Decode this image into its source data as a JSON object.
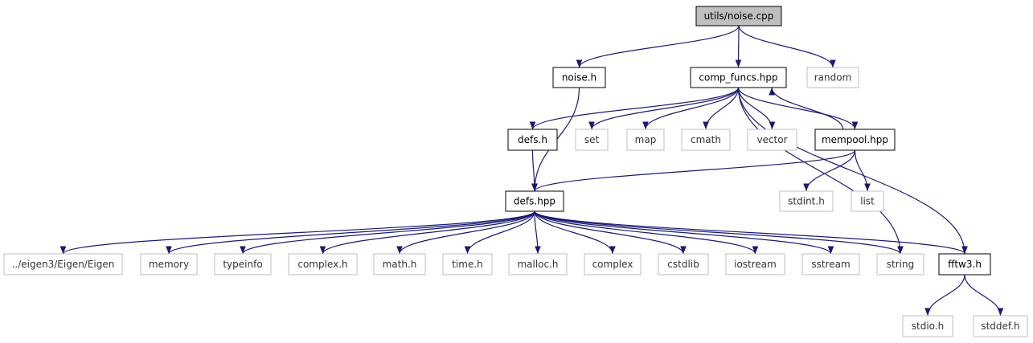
{
  "colors": {
    "edge": "#191970",
    "box_border": "#000000",
    "ext_border": "#bfbfbf",
    "root_fill": "#bfbfbf",
    "box_fill": "#ffffff"
  },
  "nodes": [
    {
      "id": "noise_cpp",
      "label": "utils/noise.cpp",
      "kind": "root"
    },
    {
      "id": "noise_h",
      "label": "noise.h",
      "kind": "file"
    },
    {
      "id": "comp_funcs",
      "label": "comp_funcs.hpp",
      "kind": "file"
    },
    {
      "id": "random",
      "label": "random",
      "kind": "external"
    },
    {
      "id": "defs_h",
      "label": "defs.h",
      "kind": "file"
    },
    {
      "id": "set",
      "label": "set",
      "kind": "external"
    },
    {
      "id": "map",
      "label": "map",
      "kind": "external"
    },
    {
      "id": "cmath",
      "label": "cmath",
      "kind": "external"
    },
    {
      "id": "vector",
      "label": "vector",
      "kind": "external"
    },
    {
      "id": "mempool",
      "label": "mempool.hpp",
      "kind": "file"
    },
    {
      "id": "defs_hpp",
      "label": "defs.hpp",
      "kind": "file"
    },
    {
      "id": "stdint",
      "label": "stdint.h",
      "kind": "external"
    },
    {
      "id": "list",
      "label": "list",
      "kind": "external"
    },
    {
      "id": "eigen",
      "label": "../eigen3/Eigen/Eigen",
      "kind": "external"
    },
    {
      "id": "memory",
      "label": "memory",
      "kind": "external"
    },
    {
      "id": "typeinfo",
      "label": "typeinfo",
      "kind": "external"
    },
    {
      "id": "complex_h",
      "label": "complex.h",
      "kind": "external"
    },
    {
      "id": "math_h",
      "label": "math.h",
      "kind": "external"
    },
    {
      "id": "time_h",
      "label": "time.h",
      "kind": "external"
    },
    {
      "id": "malloc_h",
      "label": "malloc.h",
      "kind": "external"
    },
    {
      "id": "complex",
      "label": "complex",
      "kind": "external"
    },
    {
      "id": "cstdlib",
      "label": "cstdlib",
      "kind": "external"
    },
    {
      "id": "iostream",
      "label": "iostream",
      "kind": "external"
    },
    {
      "id": "sstream",
      "label": "sstream",
      "kind": "external"
    },
    {
      "id": "string",
      "label": "string",
      "kind": "external"
    },
    {
      "id": "fftw3",
      "label": "fftw3.h",
      "kind": "file"
    },
    {
      "id": "stdio",
      "label": "stdio.h",
      "kind": "external"
    },
    {
      "id": "stddef",
      "label": "stddef.h",
      "kind": "external"
    }
  ],
  "edges": [
    [
      "noise_cpp",
      "noise_h"
    ],
    [
      "noise_cpp",
      "comp_funcs"
    ],
    [
      "noise_cpp",
      "random"
    ],
    [
      "noise_h",
      "defs_hpp"
    ],
    [
      "comp_funcs",
      "defs_h"
    ],
    [
      "comp_funcs",
      "set"
    ],
    [
      "comp_funcs",
      "map"
    ],
    [
      "comp_funcs",
      "cmath"
    ],
    [
      "comp_funcs",
      "vector"
    ],
    [
      "comp_funcs",
      "mempool"
    ],
    [
      "comp_funcs",
      "string"
    ],
    [
      "comp_funcs",
      "fftw3"
    ],
    [
      "mempool",
      "comp_funcs"
    ],
    [
      "mempool",
      "defs_hpp"
    ],
    [
      "mempool",
      "stdint"
    ],
    [
      "mempool",
      "list"
    ],
    [
      "defs_h",
      "defs_hpp"
    ],
    [
      "defs_hpp",
      "eigen"
    ],
    [
      "defs_hpp",
      "memory"
    ],
    [
      "defs_hpp",
      "typeinfo"
    ],
    [
      "defs_hpp",
      "complex_h"
    ],
    [
      "defs_hpp",
      "math_h"
    ],
    [
      "defs_hpp",
      "time_h"
    ],
    [
      "defs_hpp",
      "malloc_h"
    ],
    [
      "defs_hpp",
      "complex"
    ],
    [
      "defs_hpp",
      "cstdlib"
    ],
    [
      "defs_hpp",
      "iostream"
    ],
    [
      "defs_hpp",
      "sstream"
    ],
    [
      "defs_hpp",
      "string"
    ],
    [
      "defs_hpp",
      "fftw3"
    ],
    [
      "fftw3",
      "stdio"
    ],
    [
      "fftw3",
      "stddef"
    ]
  ]
}
